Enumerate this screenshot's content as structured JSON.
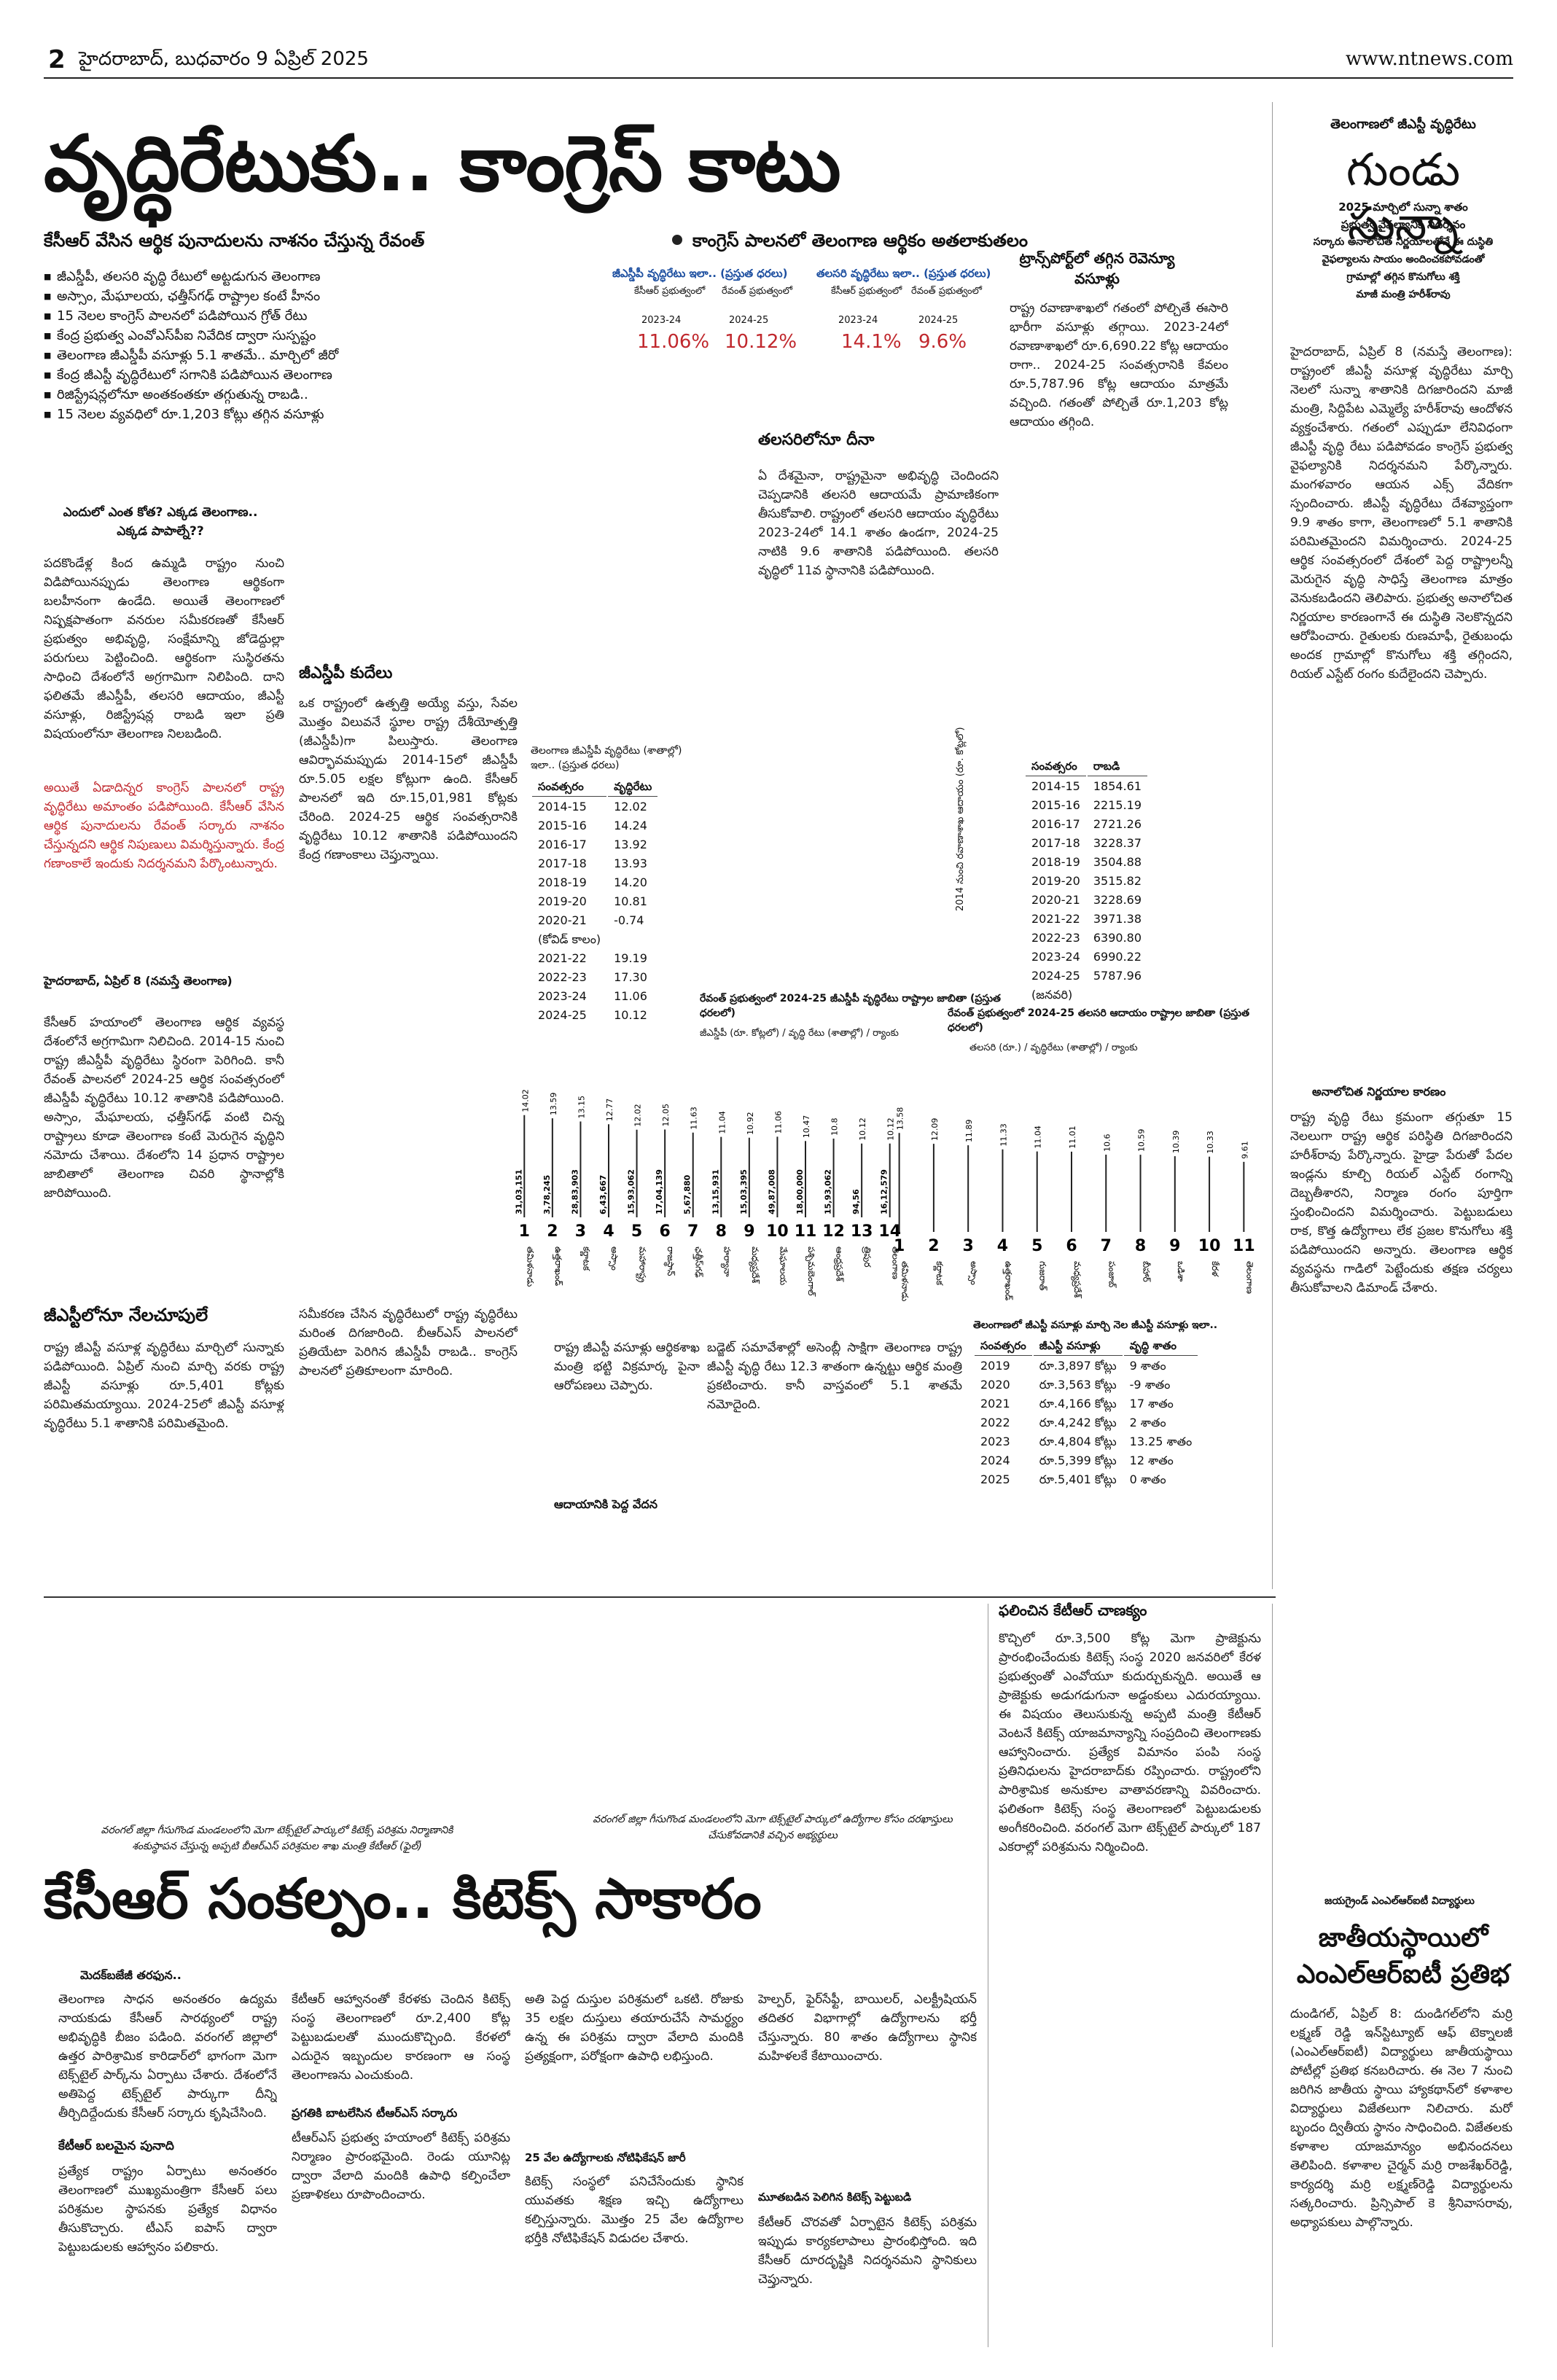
{
  "header": {
    "page_number": "2",
    "dateline": "హైదరాబాద్, బుధవారం 9 ఏప్రిల్ 2025",
    "website": "www.ntnews.com"
  },
  "lead": {
    "headline": "వృద్ధిరేటుకు.. కాంగ్రెస్ కాటు",
    "subhead_left": "కేసీఆర్ వేసిన ఆర్థిక పునాదులను నాశనం చేస్తున్న రేవంత్",
    "subhead_right": "కాంగ్రెస్ పాలనలో తెలంగాణ ఆర్థికం అతలాకుతలం",
    "bullets": [
      "జీఎస్డీపీ, తలసరి వృద్ధి రేటులో అట్టడుగున తెలంగాణ",
      "అస్సాం, మేఘాలయ, ఛత్తీస్‌గఢ్ రాష్ట్రాల కంటే హీనం",
      "15 నెలల కాంగ్రెస్ పాలనలో పడిపోయిన గ్రోత్ రేటు",
      "కేంద్ర ప్రభుత్వ ఎంవోఎస్‌పీఐ నివేదిక ద్వారా సుస్పష్టం",
      "తెలంగాణ జీఎస్డీపీ వసూళ్లు 5.1 శాతమే.. మార్చిలో జీరో",
      "కేంద్ర జీఎస్టీ వృద్ధిరేటులో సగానికి పడిపోయిన తెలంగాణ",
      "రిజిస్ట్రేషన్లలోనూ అంతకంతకూ తగ్గుతున్న రాబడి..",
      "15 నెలల వ్యవధిలో రూ.1,203 కోట్లు తగ్గిన వసూళ్లు"
    ],
    "stat_box": {
      "gsdp_title": "జీఎస్డీపీ వృద్ధిరేటు ఇలా.. (ప్రస్తుత ధరలు)",
      "percap_title": "తలసరి వృద్ధిరేటు ఇలా.. (ప్రస్తుత ధరలు)",
      "col1_label": "కేసీఆర్ ప్రభుత్వంలో",
      "col2_label": "రేవంత్ ప్రభుత్వంలో",
      "year1": "2023-24",
      "year2": "2024-25",
      "gsdp1": "11.06%",
      "gsdp2": "10.12%",
      "pc1": "14.1%",
      "pc2": "9.6%"
    },
    "question": "ఎందులో ఎంత కోత? ఎక్కడ తెలంగాణ.. ఎక్కడ పాపాల్నే??",
    "col_a": "పదకొండేళ్ల కింద ఉమ్మడి రాష్ట్రం నుంచి విడిపోయినప్పుడు తెలంగాణ ఆర్థికంగా బలహీనంగా ఉండేది. అయితే తెలంగాణలో నిష్పక్షపాతంగా వనరుల సమీకరణతో కేసీఆర్ ప్రభుత్వం అభివృద్ధి, సంక్షేమాన్ని జోడెద్దుల్లా పరుగులు పెట్టించింది. ఆర్థికంగా సుస్థిరతను సాధించి దేశంలోనే అగ్రగామిగా నిలిపింది. దాని ఫలితమే జీఎస్డీపీ, తలసరి ఆదాయం, జీఎస్టీ వసూళ్లు, రిజిస్ట్రేషన్ల రాబడి ఇలా ప్రతి విషయంలోనూ తెలంగాణ నిలబడింది.",
    "col_a_red": "అయితే ఏడాదిన్నర కాంగ్రెస్ పాలనలో రాష్ట్ర వృద్ధిరేటు అమాంతం పడిపోయింది. కేసీఆర్ వేసిన ఆర్థిక పునాదులను రేవంత్ సర్కారు నాశనం చేస్తున్నదని ఆర్థిక నిపుణులు విమర్శిస్తున్నారు. కేంద్ర గణాంకాలే ఇందుకు నిదర్శనమని పేర్కొంటున్నారు.",
    "col_a_dateline": "హైదరాబాద్, ఏప్రిల్ 8 (నమస్తే తెలంగాణ)",
    "col_a_body": "కేసీఆర్ హయాంలో తెలంగాణ ఆర్థిక వ్యవస్థ దేశంలోనే అగ్రగామిగా నిలిచింది. 2014-15 నుంచి రాష్ట్ర జీఎస్డీపీ వృద్ధిరేటు స్థిరంగా పెరిగింది. కానీ రేవంత్ పాలనలో 2024-25 ఆర్థిక సంవత్సరంలో జీఎస్డీపీ వృద్ధిరేటు 10.12 శాతానికి పడిపోయింది. అస్సాం, మేఘాలయ, ఛత్తీస్‌గఢ్ వంటి చిన్న రాష్ట్రాలు కూడా తెలంగాణ కంటే మెరుగైన వృద్ధిని నమోదు చేశాయి. దేశంలోని 14 ప్రధాన రాష్ట్రాల జాబితాలో తెలంగాణ చివరి స్థానాల్లోకి జారిపోయింది.",
    "gst_head": "జీఎస్టీలోనూ నేలచూపులే",
    "gst_body": "రాష్ట్ర జీఎస్టీ వసూళ్ల వృద్ధిరేటు మార్చిలో సున్నాకు పడిపోయింది. ఏప్రిల్ నుంచి మార్చి వరకు రాష్ట్ర జీఎస్టీ వసూళ్లు రూ.5,401 కోట్లకు పరిమితమయ్యాయి. 2024-25లో జీఎస్టీ వసూళ్ల వృద్ధిరేటు 5.1 శాతానికి పరిమితమైంది.",
    "kudelu_head": "జీఎస్డీపీ కుదేలు",
    "kudelu_body": "ఒక రాష్ట్రంలో ఉత్పత్తి అయ్యే వస్తు, సేవల మొత్తం విలువనే స్థూల రాష్ట్ర దేశీయోత్పత్తి (జీఎస్డీపీ)గా పిలుస్తారు. తెలంగాణ ఆవిర్భావమప్పుడు 2014-15లో జీఎస్డీపీ రూ.5.05 లక్షల కోట్లుగా ఉంది. కేసీఆర్ పాలనలో ఇది రూ.15,01,981 కోట్లకు చేరింది. 2024-25 ఆర్థిక సంవత్సరానికి వృద్ధిరేటు 10.12 శాతానికి పడిపోయిందని కేంద్ర గణాంకాలు చెప్తున్నాయి.",
    "nominal_body": "సమీకరణ చేసిన వృద్ధిరేటులో రాష్ట్ర వృద్ధిరేటు మరింత దిగజారింది. బీఆర్ఎస్ పాలనలో ప్రతియేటా పెరిగిన జీఎస్డీపీ రాబడి.. కాంగ్రెస్ పాలనలో ప్రతికూలంగా మారింది.",
    "transport_head": "ట్రాన్స్‌పోర్ట్‌లో తగ్గిన రెవెన్యూ వసూళ్లు",
    "transport_body": "రాష్ట్ర రవాణాశాఖలో గతంలో పోల్చితే ఈసారి భారీగా వసూళ్లు తగ్గాయి. 2023-24లో రవాణాశాఖలో రూ.6,690.22 కోట్ల ఆదాయం రాగా.. 2024-25 సంవత్సరానికి కేవలం రూ.5,787.96 కోట్ల ఆదాయం మాత్రమే వచ్చింది. గతంతో పోల్చితే రూ.1,203 కోట్ల ఆదాయం తగ్గింది.",
    "percap_head": "తలసరిలోనూ దీనా",
    "percap_body": "ఏ దేశమైనా, రాష్ట్రమైనా అభివృద్ధి చెందిందని చెప్పడానికి తలసరి ఆదాయమే ప్రామాణికంగా తీసుకోవాలి. రాష్ట్రంలో తలసరి ఆదాయం వృద్ధిరేటు 2023-24లో 14.1 శాతం ఉండగా, 2024-25 నాటికి 9.6 శాతానికి పడిపోయింది. తలసరి వృద్ధిలో 11వ స్థానానికి పడిపోయింది.",
    "stamp_head": "ఆదాయానికి పెద్ద వేదన",
    "stamp_body": "రాష్ట్ర జీఎస్టీ వసూళ్లు ఆర్థికశాఖ మంత్రి భట్టి విక్రమార్క పైనా ఆరోపణలు చెప్పారు.",
    "tail_body": "బడ్జెట్ సమావేశాల్లో అసెంబ్లీ సాక్షిగా తెలంగాణ రాష్ట్ర జీఎస్టీ వృద్ధి రేటు 12.3 శాతంగా ఉన్నట్టు ఆర్థిక మంత్రి ప్రకటించారు. కానీ వాస్తవంలో 5.1 శాతమే నమోదైంది."
  },
  "tables": {
    "gsdp_table": {
      "title": "తెలంగాణ జీఎస్డీపీ వృద్ధిరేటు (శాతాల్లో) ఇలా.. (ప్రస్తుత ధరలు)",
      "headers": [
        "సంవత్సరం",
        "వృద్ధిరేటు"
      ],
      "rows": [
        [
          "2014-15",
          "12.02"
        ],
        [
          "2015-16",
          "14.24"
        ],
        [
          "2016-17",
          "13.92"
        ],
        [
          "2017-18",
          "13.93"
        ],
        [
          "2018-19",
          "14.20"
        ],
        [
          "2019-20",
          "10.81"
        ],
        [
          "2020-21",
          "-0.74"
        ],
        [
          "(కోవిడ్ కాలం)",
          ""
        ],
        [
          "2021-22",
          "19.19"
        ],
        [
          "2022-23",
          "17.30"
        ],
        [
          "2023-24",
          "11.06"
        ],
        [
          "2024-25",
          "10.12"
        ]
      ]
    },
    "transport_table": {
      "headers": [
        "సంవత్సరం",
        "రాబడి"
      ],
      "side_label": "2014 నుంచి రవాణాశాఖ ఆదాయం (రూ. కోట్లలో)",
      "rows": [
        [
          "2014-15",
          "1854.61"
        ],
        [
          "2015-16",
          "2215.19"
        ],
        [
          "2016-17",
          "2721.26"
        ],
        [
          "2017-18",
          "3228.37"
        ],
        [
          "2018-19",
          "3504.88"
        ],
        [
          "2019-20",
          "3515.82"
        ],
        [
          "2020-21",
          "3228.69"
        ],
        [
          "2021-22",
          "3971.38"
        ],
        [
          "2022-23",
          "6390.80"
        ],
        [
          "2023-24",
          "6990.22"
        ],
        [
          "2024-25",
          "5787.96"
        ],
        [
          "(జనవరి)",
          ""
        ]
      ]
    },
    "gst_table": {
      "title": "తెలంగాణలో జీఎస్టీ వసూళ్లు మార్చి నెల జీఎస్టీ వసూళ్లు ఇలా..",
      "headers": [
        "సంవత్సరం",
        "జీఎస్టీ వసూళ్లు",
        "వృద్ధి శాతం"
      ],
      "rows": [
        [
          "2019",
          "రూ.3,897 కోట్లు",
          "9 శాతం"
        ],
        [
          "2020",
          "రూ.3,563 కోట్లు",
          "-9 శాతం"
        ],
        [
          "2021",
          "రూ.4,166 కోట్లు",
          "17 శాతం"
        ],
        [
          "2022",
          "రూ.4,242 కోట్లు",
          "2 శాతం"
        ],
        [
          "2023",
          "రూ.4,804 కోట్లు",
          "13.25 శాతం"
        ],
        [
          "2024",
          "రూ.5,399 కోట్లు",
          "12 శాతం"
        ],
        [
          "2025",
          "రూ.5,401 కోట్లు",
          "0 శాతం"
        ]
      ]
    }
  },
  "chart_data": [
    {
      "type": "bar",
      "title": "రేవంత్ ప్రభుత్వంలో 2024-25 జీఎస్డీపీ వృద్ధిరేటు రాష్ట్రాల జాబితా (ప్రస్తుత ధరలలో)",
      "legend_note": "జీఎస్డీపీ (రూ. కోట్లలో) / వృద్ధి రేటు (శాతాల్లో) / ర్యాంకు",
      "categories": [
        "1",
        "2",
        "3",
        "4",
        "5",
        "6",
        "7",
        "8",
        "9",
        "10",
        "11",
        "12",
        "13",
        "14"
      ],
      "category_labels": [
        "తమిళనాడు",
        "ఉత్తరాఖండ్",
        "కర్ణాటక",
        "అస్సాం",
        "మహారాష్ట్ర",
        "రాజస్థాన్",
        "ఛత్తీస్‌గఢ్",
        "హర్యానా",
        "మధ్యప్రదేశ్",
        "మేఘాలయ",
        "పశ్చిమబెంగాల్",
        "ఆంధ్రప్రదేశ్",
        "త్రిపుర",
        "తెలంగాణ"
      ],
      "series": [
        {
          "name": "జీఎస్డీపీ",
          "values": [
            "31,03,151",
            "3,78,245",
            "28,83,903",
            "6,43,667",
            "15,93,062",
            "17,04,139",
            "5,67,880",
            "13,15,931",
            "15,03,395",
            "49,87,008",
            "18,00,000",
            "15,93,062",
            "94,56",
            "16,12,579"
          ]
        },
        {
          "name": "వృద్ధి రేటు",
          "values": [
            14.02,
            13.59,
            13.15,
            12.77,
            12.02,
            12.05,
            11.63,
            11.04,
            10.92,
            11.06,
            10.47,
            10.8,
            10.12,
            10.12
          ]
        }
      ]
    },
    {
      "type": "bar",
      "title": "రేవంత్ ప్రభుత్వంలో 2024-25 తలసరి ఆదాయం రాష్ట్రాల జాబితా (ప్రస్తుత ధరలలో)",
      "legend_note": "తలసరి (రూ.) / వృద్ధిరేటు (శాతాల్లో) / ర్యాంకు",
      "categories": [
        "1",
        "2",
        "3",
        "4",
        "5",
        "6",
        "7",
        "8",
        "9",
        "10",
        "11"
      ],
      "category_labels": [
        "తమిళనాడు",
        "కర్ణాటక",
        "అస్సాం",
        "ఉత్తరాఖండ్",
        "గుజరాత్",
        "మధ్యప్రదేశ్",
        "పంజాబ్",
        "బీహార్",
        "ఒడిశా",
        "కేరళ",
        "తెలంగాణ"
      ],
      "series": [
        {
          "name": "వృద్ధిరేటు",
          "values": [
            13.58,
            12.09,
            11.89,
            11.33,
            11.04,
            11.01,
            10.6,
            10.59,
            10.39,
            10.33,
            9.61
          ]
        }
      ]
    }
  ],
  "sidebar": {
    "kicker": "తెలంగాణలో జీఎస్టీ వృద్ధిరేటు",
    "headline": "గుండు సున్నా",
    "deck": [
      "2025 మార్చిలో సున్నా శాతం",
      "ప్రభుత్వ వైఫల్యానికి నిదర్శనం",
      "సర్కారు అనాలోచిత నిర్ణయాలతోనే ఈ దుస్థితి",
      "వైఫల్యాలను సాయం అందించకపోవడంతో",
      "గ్రామాల్లో తగ్గిన కొనుగోలు శక్తి",
      "మాజీ మంత్రి హరీశ్‌రావు"
    ],
    "body": "హైదరాబాద్, ఏప్రిల్ 8 (నమస్తే తెలంగాణ): రాష్ట్రంలో జీఎస్టీ వసూళ్ల వృద్ధిరేటు మార్చి నెలలో సున్నా శాతానికి దిగజారిందని మాజీ మంత్రి, సిద్దిపేట ఎమ్మెల్యే హరీశ్‌రావు ఆందోళన వ్యక్తంచేశారు. గతంలో ఎప్పుడూ లేనివిధంగా జీఎస్టీ వృద్ధి రేటు పడిపోవడం కాంగ్రెస్ ప్రభుత్వ వైఫల్యానికి నిదర్శనమని పేర్కొన్నారు. మంగళవారం ఆయన ఎక్స్ వేదికగా స్పందించారు. జీఎస్టీ వృద్ధిరేటు దేశవ్యాప్తంగా 9.9 శాతం కాగా, తెలంగాణలో 5.1 శాతానికి పరిమితమైందని విమర్శించారు. 2024-25 ఆర్థిక సంవత్సరంలో దేశంలో పెద్ద రాష్ట్రాలన్నీ మెరుగైన వృద్ధి సాధిస్తే తెలంగాణ మాత్రం వెనుకబడిందని తెలిపారు. ప్రభుత్వ అనాలోచిత నిర్ణయాల కారణంగానే ఈ దుస్థితి నెలకొన్నదని ఆరోపించారు. రైతులకు రుణమాఫీ, రైతుబంధు అందక గ్రామాల్లో కొనుగోలు శక్తి తగ్గిందని, రియల్ ఎస్టేట్ రంగం కుదేలైందని చెప్పారు.",
    "sub_head": "అనాలోచిత నిర్ణయాల కారణం",
    "sub_body": "రాష్ట్ర వృద్ధి రేటు క్రమంగా తగ్గుతూ 15 నెలలుగా రాష్ట్ర ఆర్థిక పరిస్థితి దిగజారిందని హరీశ్‌రావు పేర్కొన్నారు. హైడ్రా పేరుతో పేదల ఇండ్లను కూల్చి రియల్ ఎస్టేట్ రంగాన్ని దెబ్బతీశారని, నిర్మాణ రంగం పూర్తిగా స్తంభించిందని విమర్శించారు. పెట్టుబడులు రాక, కొత్త ఉద్యోగాలు లేక ప్రజల కొనుగోలు శక్తి పడిపోయిందని అన్నారు. తెలంగాణ ఆర్థిక వ్యవస్థను గాడిలో పెట్టేందుకు తక్షణ చర్యలు తీసుకోవాలని డిమాండ్ చేశారు."
  },
  "kitex": {
    "kicker_left": "వరంగల్ జిల్లా గీసుగొండ మండలంలోని మెగా టెక్స్‌టైల్ పార్కులో కిటెక్స్ పరిశ్రమ నిర్మాణానికి శంకుస్థాపన చేస్తున్న అప్పటి బీఆర్ఎస్ పరిశ్రమల శాఖ మంత్రి కేటీఆర్ (ఫైల్)",
    "kicker_right": "వరంగల్ జిల్లా గీసుగొండ మండలంలోని మెగా టెక్స్‌టైల్ పార్కులో ఉద్యోగాల కోసం దరఖాస్తులు చేసుకోవడానికి వచ్చిన అభ్యర్థులు",
    "headline": "కేసీఆర్ సంకల్పం.. కిటెక్స్ సాకారం",
    "dateline": "మెదక్‌బజేజీ తరఫున..",
    "col1": "తెలంగాణ సాధన అనంతరం ఉద్యమ నాయకుడు కేసీఆర్ సారథ్యంలో రాష్ట్ర అభివృద్ధికి బీజం పడింది. వరంగల్ జిల్లాలో ఉత్తర పారిశ్రామిక కారిడార్‌లో భాగంగా మెగా టెక్స్‌టైల్ పార్క్‌ను ఏర్పాటు చేశారు. దేశంలోనే అతిపెద్ద టెక్స్‌టైల్ పార్కుగా దీన్ని తీర్చిదిద్దేందుకు కేసీఆర్ సర్కారు కృషిచేసింది.",
    "col1_sub": "కేటీఆర్ బలమైన పునాది",
    "col1b": "ప్రత్యేక రాష్ట్రం ఏర్పాటు అనంతరం తెలంగాణలో ముఖ్యమంత్రిగా కేసీఆర్ పలు పరిశ్రమల స్థాపనకు ప్రత్యేక విధానం తీసుకొచ్చారు. టీఎస్ ఐపాస్ ద్వారా పెట్టుబడులకు ఆహ్వానం పలికారు.",
    "col2": "కేటీఆర్ ఆహ్వానంతో కేరళకు చెందిన కిటెక్స్ సంస్థ తెలంగాణలో రూ.2,400 కోట్ల పెట్టుబడులతో ముందుకొచ్చింది. కేరళలో ఎదురైన ఇబ్బందుల కారణంగా ఆ సంస్థ తెలంగాణను ఎంచుకుంది.",
    "col2_sub": "ప్రగతికి బాటలేసిన టీఆర్ఎస్ సర్కారు",
    "col2b": "టీఆర్ఎస్ ప్రభుత్వ హయాంలో కిటెక్స్ పరిశ్రమ నిర్మాణం ప్రారంభమైంది. రెండు యూనిట్ల ద్వారా వేలాది మందికి ఉపాధి కల్పించేలా ప్రణాళికలు రూపొందించారు.",
    "col3": "అతి పెద్ద దుస్తుల పరిశ్రమలో ఒకటి. రోజుకు 35 లక్షల దుస్తులు తయారుచేసే సామర్థ్యం ఉన్న ఈ పరిశ్రమ ద్వారా వేలాది మందికి ప్రత్యక్షంగా, పరోక్షంగా ఉపాధి లభిస్తుంది.",
    "col3_sub": "25 వేల ఉద్యోగాలకు నోటిఫికేషన్ జారీ",
    "col3b": "కిటెక్స్ సంస్థలో పనిచేసేందుకు స్థానిక యువతకు శిక్షణ ఇచ్చి ఉద్యోగాలు కల్పిస్తున్నారు. మొత్తం 25 వేల ఉద్యోగాల భర్తీకి నోటిఫికేషన్ విడుదల చేశారు.",
    "col4": "హెల్పర్, ఫైర్‌సేఫ్టీ, బాయిలర్, ఎలక్ట్రీషియన్ తదితర విభాగాల్లో ఉద్యోగాలను భర్తీ చేస్తున్నారు. 80 శాతం ఉద్యోగాలు స్థానిక మహిళలకే కేటాయించారు.",
    "col4_sub": "మూతబడిన పెలిగిన కిటెక్స్ పెట్టుబడి",
    "col4b": "కేటీఆర్ చొరవతో ఏర్పాటైన కిటెక్స్ పరిశ్రమ ఇప్పుడు కార్యకలాపాలు ప్రారంభిస్తోంది. ఇది కేసీఆర్ దూరదృష్టికి నిదర్శనమని స్థానికులు చెప్తున్నారు."
  },
  "kcr_chanakya": {
    "head": "ఫలించిన కేటీఆర్ చాణక్యం",
    "body": "కొచ్చిలో రూ.3,500 కోట్ల మెగా ప్రాజెక్టును ప్రారంభించేందుకు కిటెక్స్ సంస్థ 2020 జనవరిలో కేరళ ప్రభుత్వంతో ఎంవోయూ కుదుర్చుకున్నది. అయితే ఆ ప్రాజెక్టుకు అడుగడుగునా అడ్డంకులు ఎదురయ్యాయి. ఈ విషయం తెలుసుకున్న అప్పటి మంత్రి కేటీఆర్ వెంటనే కిటెక్స్ యాజమాన్యాన్ని సంప్రదించి తెలంగాణకు ఆహ్వానించారు. ప్రత్యేక విమానం పంపి సంస్థ ప్రతినిధులను హైదరాబాద్‌కు రప్పించారు. రాష్ట్రంలోని పారిశ్రామిక అనుకూల వాతావరణాన్ని వివరించారు. ఫలితంగా కిటెక్స్ సంస్థ తెలంగాణలో పెట్టుబడులకు అంగీకరించింది. వరంగల్ మెగా టెక్స్‌టైల్ పార్కులో 187 ఎకరాల్లో పరిశ్రమను నిర్మించింది."
  },
  "nit": {
    "kicker": "జయగ్రైండ్ ఎంఎల్‌ఆర్ఐటీ విద్యార్థులు",
    "headline": "జాతీయస్థాయిలో ఎంఎల్ఆర్ఐటీ ప్రతిభ",
    "body": "దుండిగల్, ఏప్రిల్ 8: దుండిగల్‌లోని మర్రి లక్ష్మణ్ రెడ్డి ఇన్‌స్టిట్యూట్ ఆఫ్ టెక్నాలజీ (ఎంఎల్ఆర్ఐటీ) విద్యార్థులు జాతీయస్థాయి పోటీల్లో ప్రతిభ కనబరిచారు. ఈ నెల 7 నుంచి జరిగిన జాతీయ స్థాయి హ్యాకథాన్‌లో కళాశాల విద్యార్థులు విజేతలుగా నిలిచారు. మరో బృందం ద్వితీయ స్థానం సాధించింది. విజేతలకు కళాశాల యాజమాన్యం అభినందనలు తెలిపింది. కళాశాల చైర్మన్ మర్రి రాజశేఖర్‌రెడ్డి, కార్యదర్శి మర్రి లక్ష్మణ్‌రెడ్డి విద్యార్థులను సత్కరించారు. ప్రిన్సిపాల్ కె శ్రీనివాసరావు, అధ్యాపకులు పాల్గొన్నారు."
  }
}
